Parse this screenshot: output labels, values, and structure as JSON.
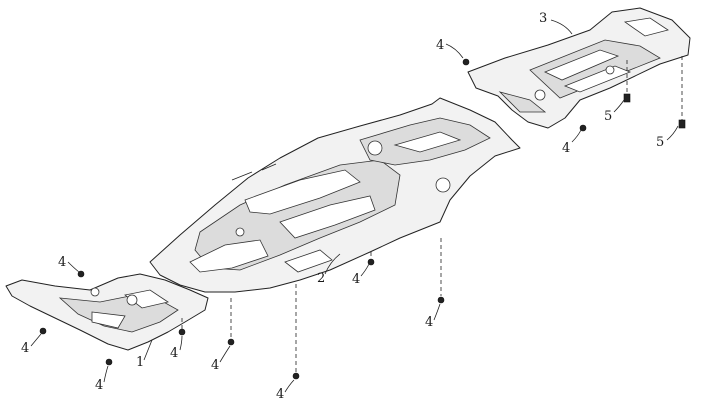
{
  "callouts": {
    "c1": "1",
    "c2": "2",
    "c3": "3",
    "c4a": "4",
    "c4b": "4",
    "c4c": "4",
    "c4d": "4",
    "c4e": "4",
    "c4f": "4",
    "c4g": "4",
    "c4h": "4",
    "c4i": "4",
    "c4j": "4",
    "c5a": "5",
    "c5b": "5"
  }
}
